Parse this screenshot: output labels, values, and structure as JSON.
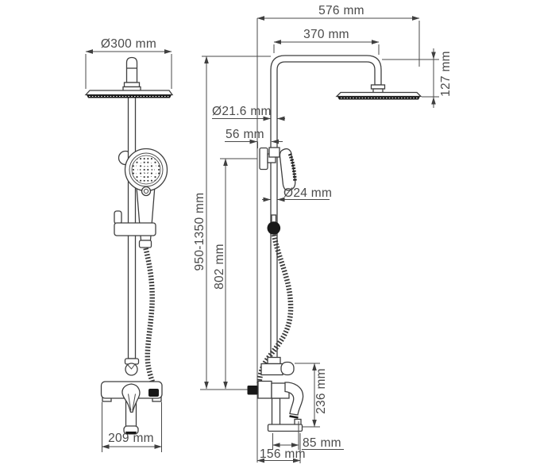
{
  "drawing": {
    "type": "technical-dimension-drawing",
    "subject": "shower column system with rain head, hand shower and spout",
    "views": [
      "front view",
      "side view"
    ],
    "colors": {
      "line": "#3f3f3f",
      "text": "#4a4a4a",
      "dark_fill": "#181818",
      "background": "#ffffff"
    },
    "front_view": {
      "dims": {
        "head_diameter": "Ø300 mm",
        "mixer_width": "209 mm"
      }
    },
    "side_view": {
      "dims": {
        "total_reach": "576 mm",
        "arm_reach": "370 mm",
        "head_drop": "127 mm",
        "upper_pipe_diameter": "Ø21.6 mm",
        "wall_offset": "56 mm",
        "lower_pipe_diameter": "Ø24 mm",
        "height_adjustable": "950-1350 mm",
        "height_to_bracket": "802 mm",
        "mixer_height": "236 mm",
        "spout_reach": "85 mm",
        "base_depth": "156 mm"
      }
    }
  }
}
